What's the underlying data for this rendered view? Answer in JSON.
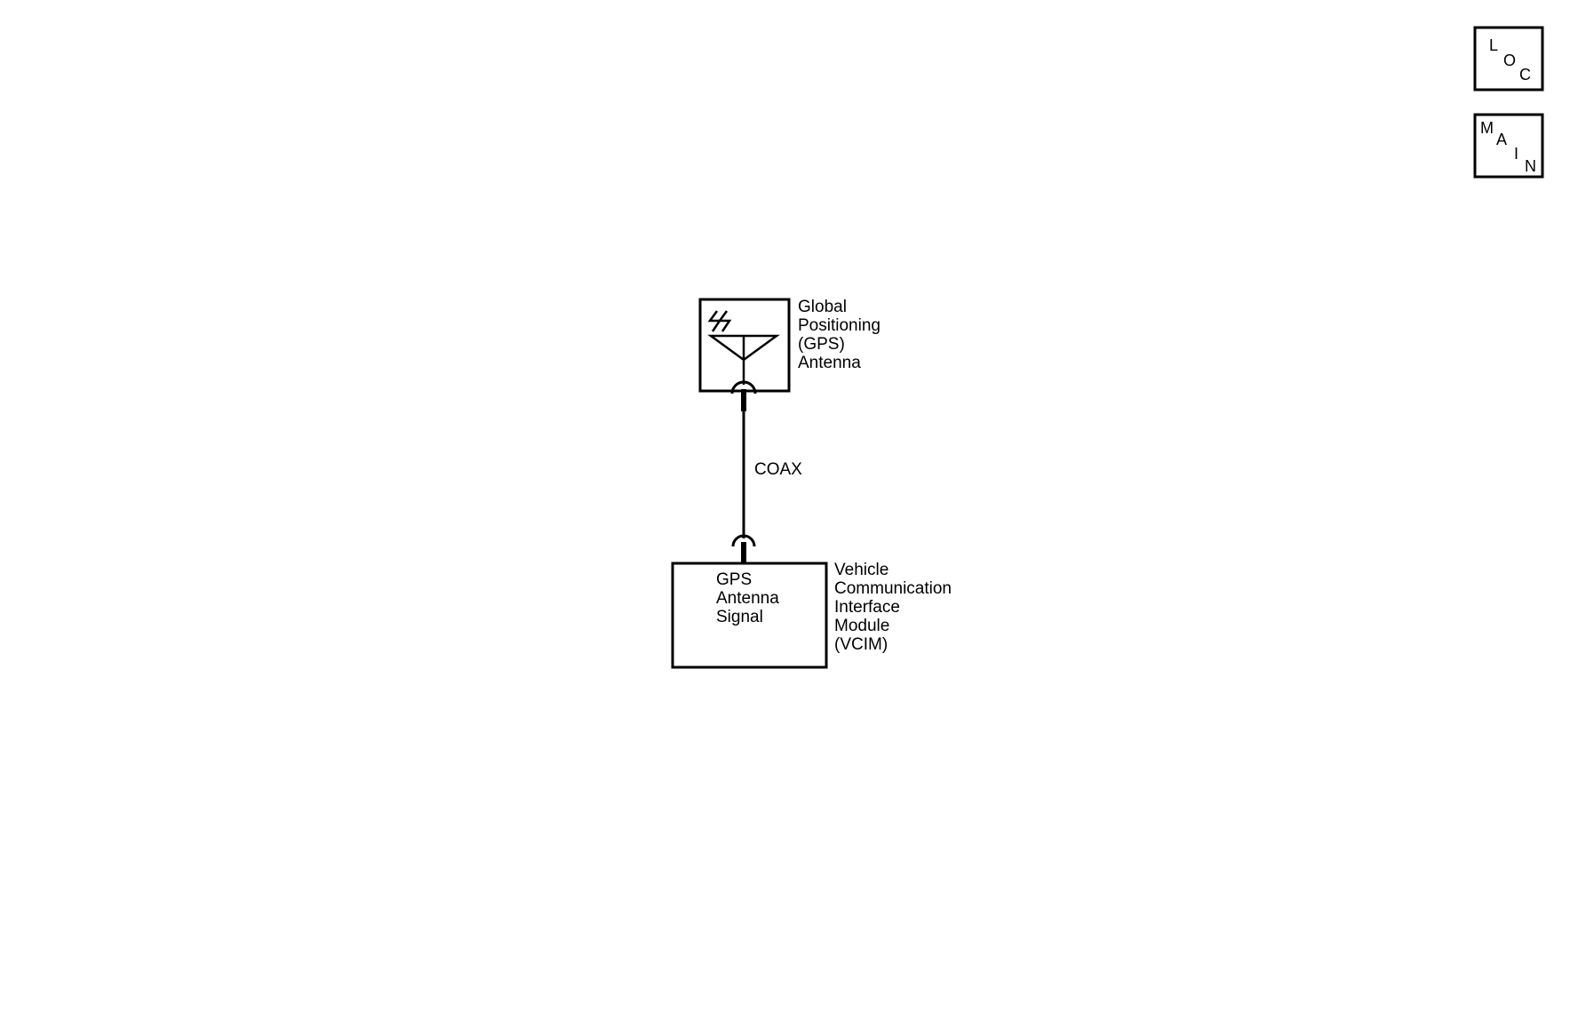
{
  "nav": {
    "loc": {
      "letters": [
        "L",
        "O",
        "C"
      ]
    },
    "main": {
      "letters": [
        "M",
        "A",
        "I",
        "N"
      ]
    }
  },
  "gps_antenna": {
    "label_lines": [
      "Global",
      "Positioning",
      "(GPS)",
      "Antenna"
    ]
  },
  "wire": {
    "label": "COAX"
  },
  "vcim": {
    "inner_lines": [
      "GPS",
      "Antenna",
      "Signal"
    ],
    "label_lines": [
      "Vehicle",
      "Communication",
      "Interface",
      "Module",
      "(VCIM)"
    ]
  }
}
